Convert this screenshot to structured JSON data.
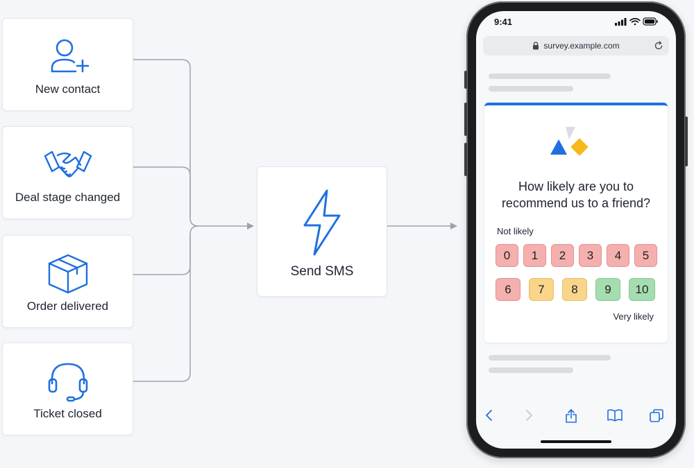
{
  "triggers": [
    {
      "label": "New contact",
      "icon": "user-plus-icon"
    },
    {
      "label": "Deal stage changed",
      "icon": "handshake-icon"
    },
    {
      "label": "Order delivered",
      "icon": "package-icon"
    },
    {
      "label": "Ticket closed",
      "icon": "headset-icon"
    }
  ],
  "action": {
    "label": "Send SMS",
    "icon": "lightning-icon"
  },
  "phone": {
    "time": "9:41",
    "url": "survey.example.com",
    "survey": {
      "question_line1": "How likely are you to",
      "question_line2": "recommend us to a friend?",
      "low_label": "Not likely",
      "high_label": "Very likely",
      "scores": [
        "0",
        "1",
        "2",
        "3",
        "4",
        "5",
        "6",
        "7",
        "8",
        "9",
        "10"
      ]
    }
  },
  "colors": {
    "accent": "#1f6fe0",
    "connector": "#9aa3ad",
    "detractor": "#f4b0ae",
    "passive": "#f8d58a",
    "promoter": "#a6ddb0"
  }
}
